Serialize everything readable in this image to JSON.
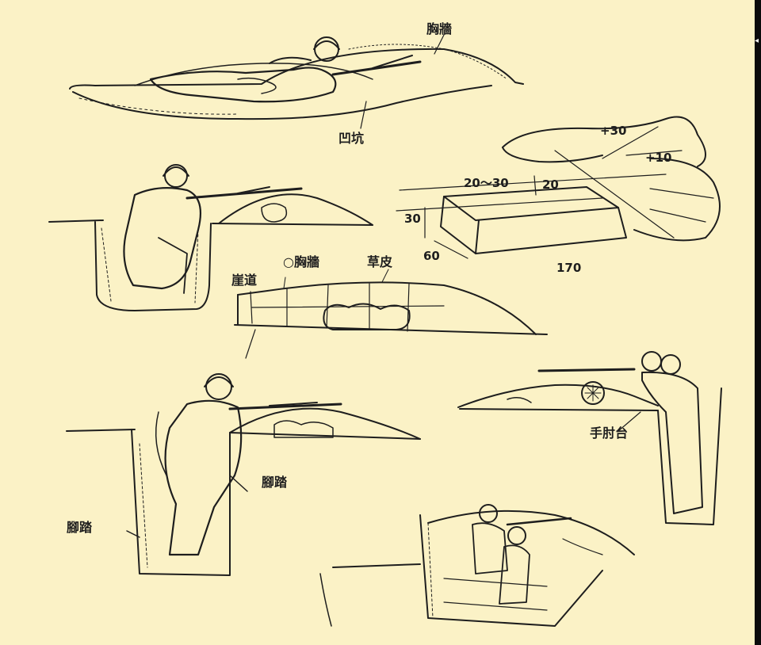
{
  "colors": {
    "background": "#fbf2c6",
    "ink": "#1e1e1e",
    "frame": "#0b0b0b"
  },
  "labels": {
    "parapet_top": "胸牆",
    "pit": "凹坑",
    "parapet_mid": "○胸牆",
    "turf": "草皮",
    "cliff_path": "崖道",
    "footstep_right": "腳踏",
    "footstep_left": "腳踏",
    "elbow_rest": "手肘台"
  },
  "dimensions": {
    "plus30": "+30",
    "plus10": "+10",
    "range_20_30": "20～30",
    "d20": "20",
    "d30": "30",
    "d60": "60",
    "d170": "170"
  },
  "icons": {
    "edge_mark": "arrow-left-icon"
  }
}
